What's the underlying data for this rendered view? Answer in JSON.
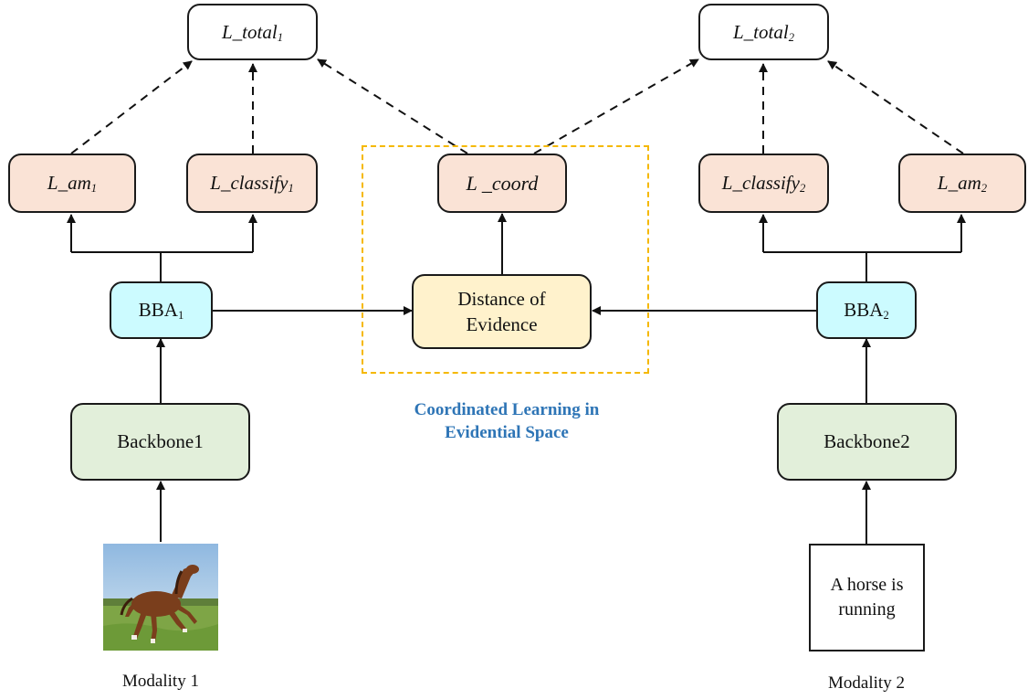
{
  "left": {
    "total_label": "L_total",
    "total_sub": "1",
    "am_label": "L_am",
    "am_sub": "1",
    "classify_label": "L_classify",
    "classify_sub": "1",
    "bba_label": "BBA",
    "bba_sub": "1",
    "backbone_label": "Backbone1",
    "modality_label": "Modality 1",
    "input_image": "horse-photo"
  },
  "right": {
    "total_label": "L_total",
    "total_sub": "2",
    "am_label": "L_am",
    "am_sub": "2",
    "classify_label": "L_classify",
    "classify_sub": "2",
    "bba_label": "BBA",
    "bba_sub": "2",
    "backbone_label": "Backbone2",
    "modality_label": "Modality 2",
    "input_text_line1": "A horse is",
    "input_text_line2": "running"
  },
  "center": {
    "coord_label": "L _coord",
    "distance_line1": "Distance of",
    "distance_line2": "Evidence",
    "title_line1": "Coordinated Learning in",
    "title_line2": "Evidential Space"
  },
  "colors": {
    "loss_box": "#fae3d6",
    "bba_box": "#ccfbff",
    "distance_box": "#fff2cc",
    "backbone_box": "#e2efda",
    "dashed_frame": "#f5b800",
    "title_text": "#2e75b6"
  }
}
